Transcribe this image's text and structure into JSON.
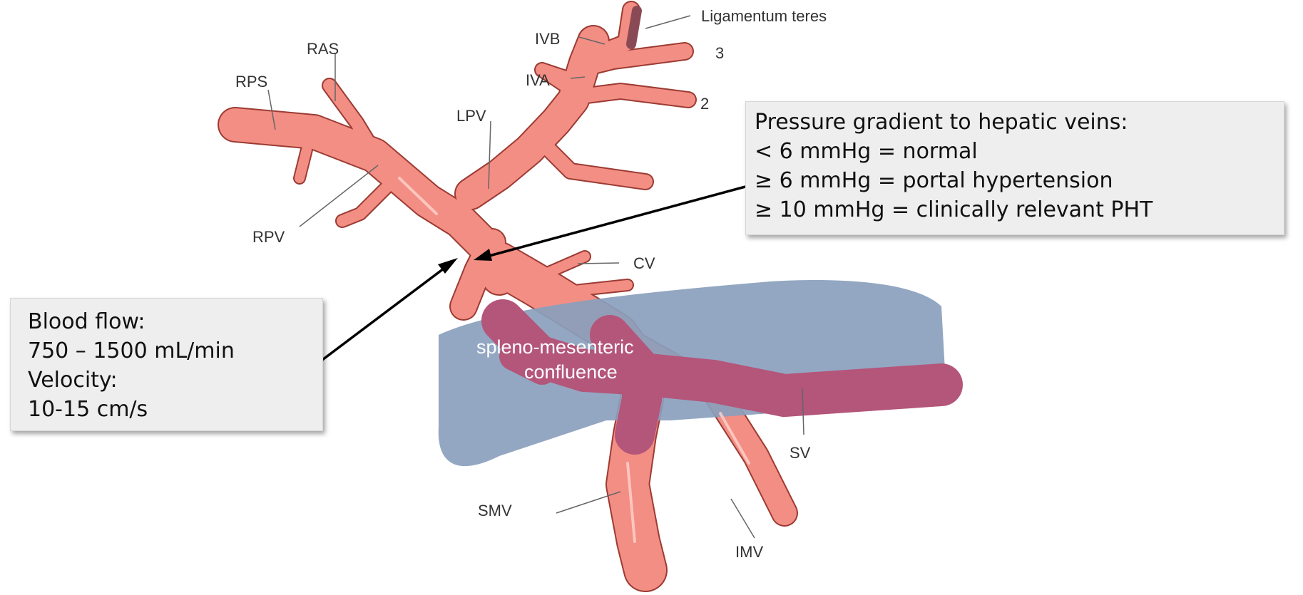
{
  "labels": {
    "ligamentum_teres": "Ligamentum teres",
    "ivb": "IVB",
    "iva": "IVA",
    "seg3": "3",
    "seg2": "2",
    "ras": "RAS",
    "rps": "RPS",
    "lpv": "LPV",
    "rpv": "RPV",
    "cv": "CV",
    "confluence_line1": "spleno-mesenteric",
    "confluence_line2": "confluence",
    "sv": "SV",
    "smv": "SMV",
    "imv": "IMV"
  },
  "pressure_box": {
    "title": "Pressure gradient to hepatic veins:",
    "line1": "< 6 mmHg = normal",
    "line2": "≥ 6 mmHg = portal hypertension",
    "line3": "≥ 10 mmHg = clinically relevant PHT"
  },
  "flow_box": {
    "line1": "Blood flow:",
    "line2": "750 – 1500 mL/min",
    "line3": "Velocity:",
    "line4": "10-15 cm/s"
  },
  "colors": {
    "vein_fill": "#f28e84",
    "vein_outline": "#9c3b33",
    "pancreas_fill": "#8a9fbd",
    "overlap_fill": "#b4557a"
  }
}
